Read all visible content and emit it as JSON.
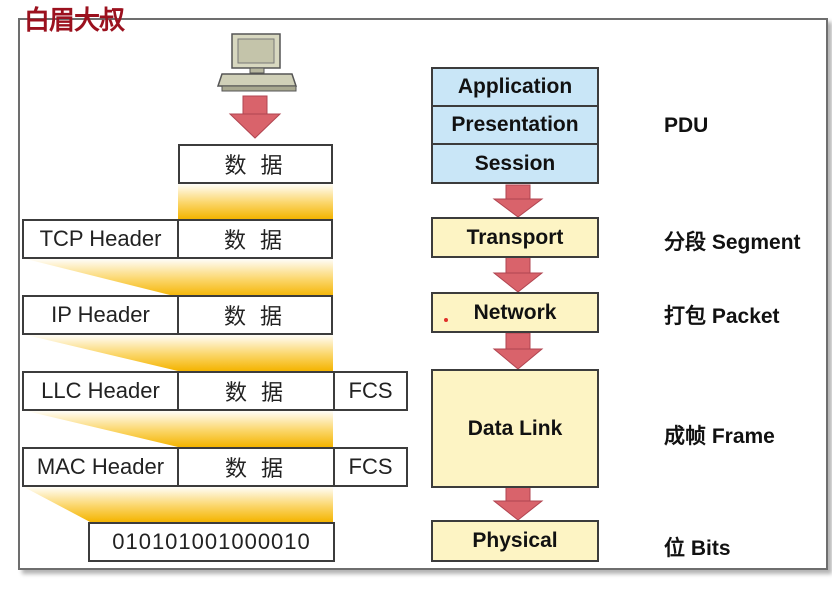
{
  "watermark": "白眉大叔",
  "encapsulation": {
    "data_label": "数 据",
    "rows": [
      {
        "header": "",
        "trailer": ""
      },
      {
        "header": "TCP Header",
        "trailer": ""
      },
      {
        "header": "IP Header",
        "trailer": ""
      },
      {
        "header": "LLC Header",
        "trailer": "FCS"
      },
      {
        "header": "MAC Header",
        "trailer": "FCS"
      }
    ],
    "bits": "010101001000010"
  },
  "osi_layers": {
    "application": "Application",
    "presentation": "Presentation",
    "session": "Session",
    "transport": "Transport",
    "network": "Network",
    "datalink": "Data Link",
    "physical": "Physical"
  },
  "pdu_labels": {
    "pdu": "PDU",
    "segment": "分段 Segment",
    "packet": "打包 Packet",
    "frame": "成帧 Frame",
    "bits": "位 Bits"
  },
  "colors": {
    "arrow": "#d9636b",
    "upper_layers": "#c9e6f7",
    "lower_layers": "#fdf4c4",
    "gradient": "#f7b800",
    "watermark": "#9b111e"
  },
  "icons": [
    "computer-icon"
  ]
}
